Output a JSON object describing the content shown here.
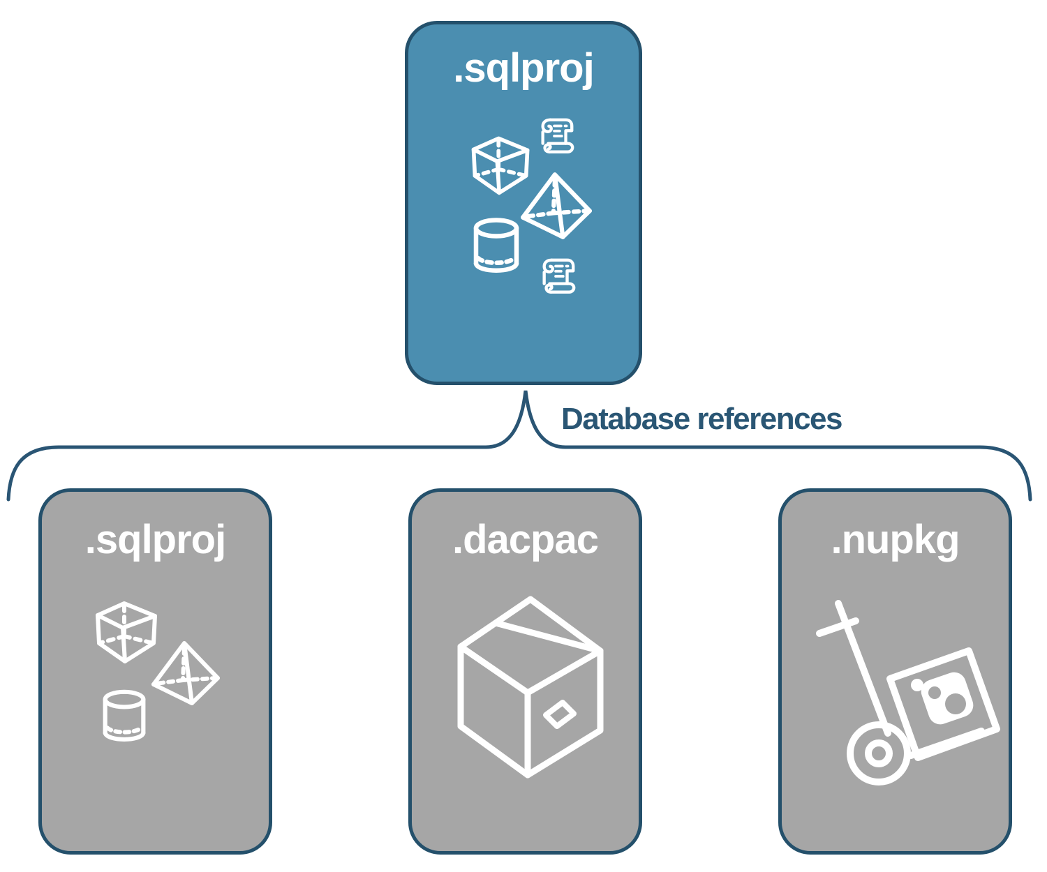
{
  "diagram": {
    "root_card": {
      "label": ".sqlproj",
      "icons": [
        "cube-icon",
        "scroll-icon",
        "pyramid-icon",
        "cylinder-icon",
        "scroll-icon"
      ]
    },
    "connector": {
      "label": "Database references"
    },
    "child_cards": [
      {
        "label": ".sqlproj",
        "icons": [
          "cube-icon",
          "pyramid-icon",
          "cylinder-icon"
        ]
      },
      {
        "label": ".dacpac",
        "icons": [
          "package-box-icon"
        ]
      },
      {
        "label": ".nupkg",
        "icons": [
          "nuget-hand-truck-icon"
        ]
      }
    ],
    "colors": {
      "root_card_fill": "#4b8eb0",
      "child_card_fill": "#a6a6a6",
      "card_outline": "#24506b",
      "connector_line": "#2a5574",
      "connector_text": "#2a5674",
      "card_text": "#ffffff",
      "icon_stroke": "#ffffff"
    }
  }
}
